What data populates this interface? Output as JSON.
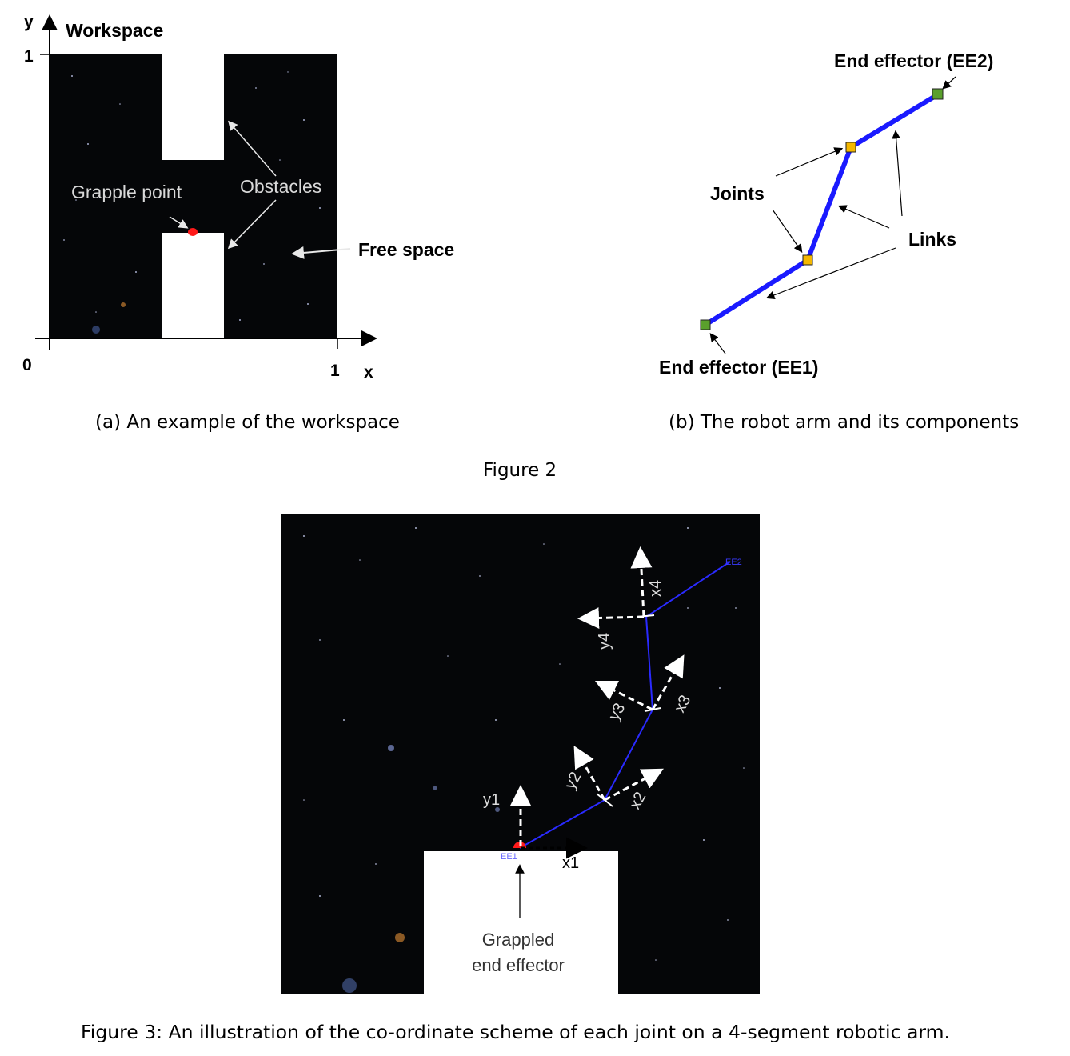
{
  "figure2": {
    "panel_a": {
      "title": "Workspace",
      "axis_y_label": "y",
      "axis_x_label": "x",
      "tick_y_1": "1",
      "tick_x_1": "1",
      "origin": "0",
      "grapple_label": "Grapple point",
      "obstacles_label": "Obstacles",
      "free_space_label": "Free space",
      "caption": "(a) An example of the workspace"
    },
    "panel_b": {
      "ee2_label": "End effector (EE2)",
      "ee1_label": "End effector (EE1)",
      "joints_label": "Joints",
      "links_label": "Links",
      "caption": "(b) The robot arm and its components"
    },
    "caption": "Figure 2"
  },
  "figure3": {
    "labels": {
      "ee1": "EE1",
      "ee2": "EE2",
      "x1": "x1",
      "y1": "y1",
      "x2": "x2",
      "y2": "y2",
      "x3": "x3",
      "y3": "y3",
      "x4": "x4",
      "y4": "y4",
      "grappled_line1": "Grappled",
      "grappled_line2": "end effector"
    },
    "caption": "Figure 3: An illustration of the co-ordinate scheme of each joint on a 4-segment robotic arm."
  },
  "colors": {
    "space": "#050608",
    "obstacle": "#ffffff",
    "arm": "#1a1aff",
    "joint": "#f5b800",
    "end_effector": "#5aa02c",
    "grapple": "#ff1a1a"
  }
}
